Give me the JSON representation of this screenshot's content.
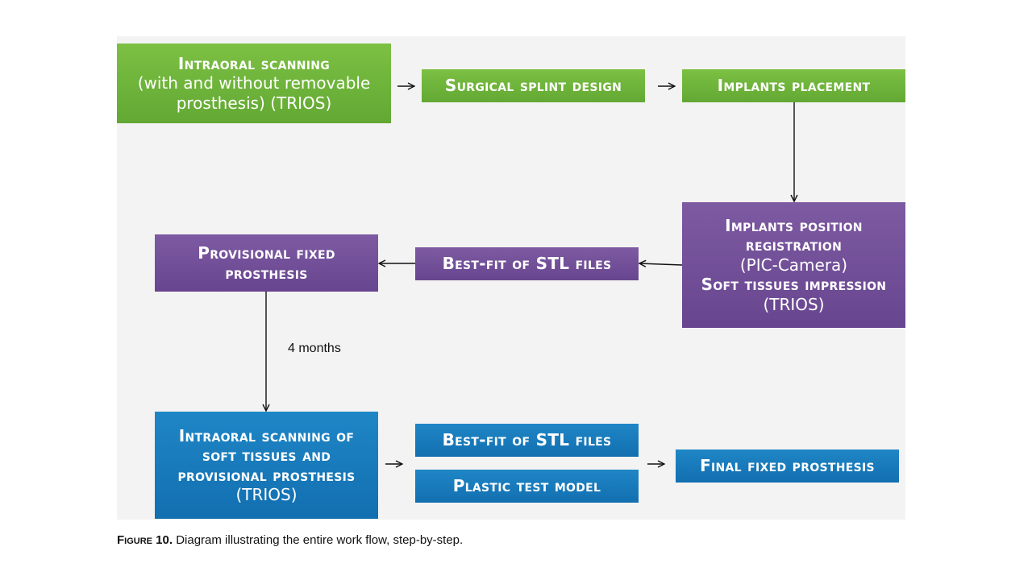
{
  "nodes": {
    "intraoral_scanning": {
      "title": "Intraoral scanning",
      "sub": "(with and without removable prosthesis) (TRIOS)"
    },
    "surgical_splint": {
      "title": "Surgical splint design"
    },
    "implants_placement": {
      "title": "Implants placement"
    },
    "implants_position": {
      "title1": "Implants position registration",
      "sub1": "(PIC-Camera)",
      "title2": "Soft tissues impression",
      "sub2": "(TRIOS)"
    },
    "best_fit_1": {
      "title": "Best-fit of STL files"
    },
    "provisional_fixed": {
      "title": "Provisional fixed prosthesis"
    },
    "intraoral_soft": {
      "title": "Intraoral scanning of soft tissues and provisional prosthesis",
      "sub": "(TRIOS)"
    },
    "best_fit_2": {
      "title": "Best-fit of STL files"
    },
    "plastic_test": {
      "title": "Plastic test model"
    },
    "final_fixed": {
      "title": "Final fixed prosthesis"
    }
  },
  "edge_label": "4 months",
  "caption": {
    "label": "Figure 10.",
    "text": " Diagram illustrating the entire work flow, step-by-step."
  },
  "colors": {
    "green": "#6eb43a",
    "purple": "#724f98",
    "blue": "#1a7dbf"
  }
}
